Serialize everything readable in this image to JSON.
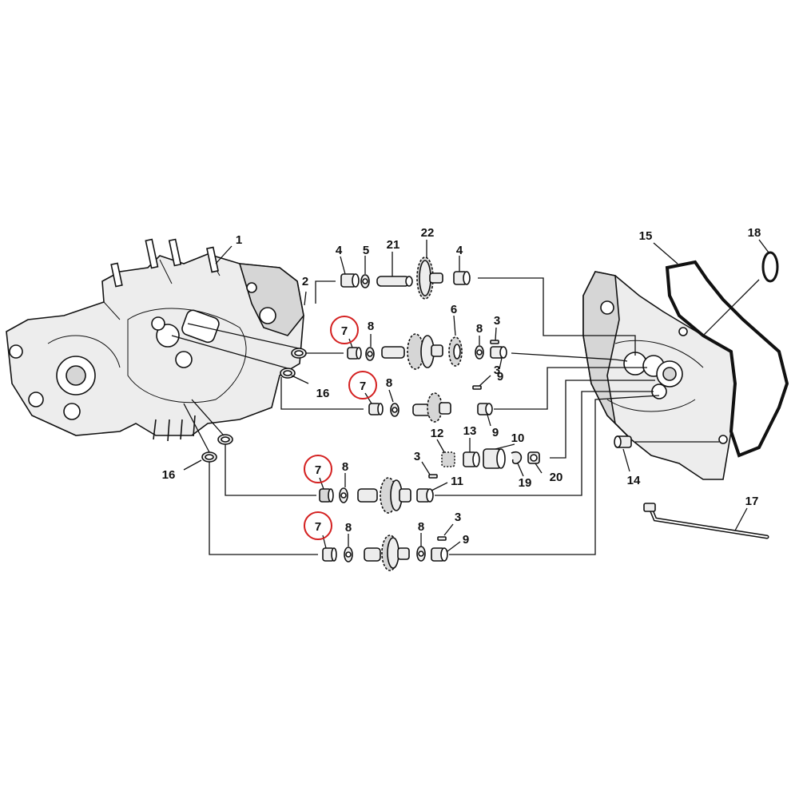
{
  "diagram": {
    "callouts": [
      "1",
      "2",
      "4",
      "5",
      "21",
      "22",
      "4",
      "6",
      "8",
      "3",
      "7",
      "8",
      "7",
      "8",
      "3",
      "9",
      "16",
      "9",
      "12",
      "13",
      "10",
      "3",
      "19",
      "20",
      "7",
      "8",
      "11",
      "16",
      "7",
      "8",
      "8",
      "3",
      "9",
      "15",
      "18",
      "14",
      "17"
    ],
    "highlight_color": "#d42020",
    "highlighted_callout": "7"
  }
}
